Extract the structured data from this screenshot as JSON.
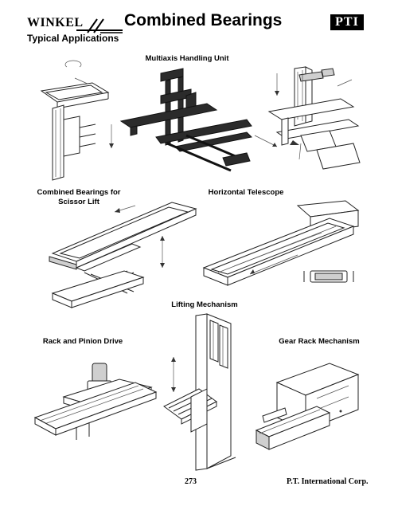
{
  "header": {
    "logo_text": "WINKEL",
    "title": "Combined Bearings",
    "brand_badge": "PTI",
    "subtitle": "Typical Applications"
  },
  "captions": {
    "multiaxis": "Multiaxis Handling Unit",
    "scissor_line1": "Combined Bearings for",
    "scissor_line2": "Scissor Lift",
    "telescope": "Horizontal Telescope",
    "lifting": "Lifting Mechanism",
    "rack_pinion": "Rack and Pinion Drive",
    "gear_rack": "Gear Rack Mechanism"
  },
  "footer": {
    "page_number": "273",
    "company": "P.T. International Corp."
  },
  "icons": {
    "logo": "winkel-logo-icon"
  }
}
